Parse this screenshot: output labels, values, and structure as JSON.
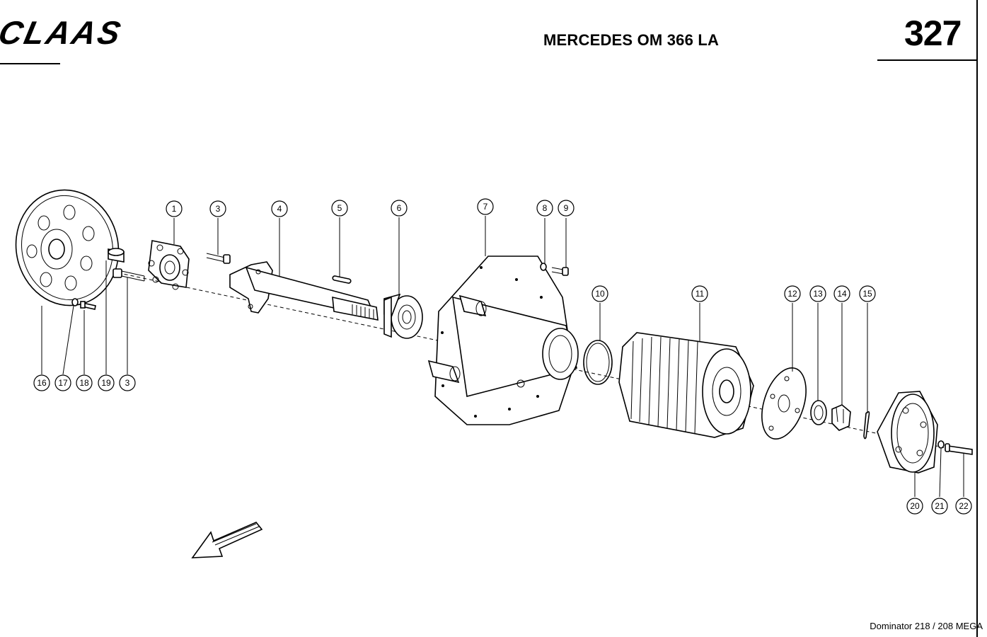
{
  "header": {
    "brand": "CLAAS",
    "title": "MERCEDES OM 366 LA",
    "page_number": "327"
  },
  "footer": {
    "model": "Dominator 218 / 208 MEGA"
  },
  "callouts": [
    {
      "id": "c1",
      "label": "1"
    },
    {
      "id": "c3a",
      "label": "3"
    },
    {
      "id": "c4",
      "label": "4"
    },
    {
      "id": "c5",
      "label": "5"
    },
    {
      "id": "c6",
      "label": "6"
    },
    {
      "id": "c7",
      "label": "7"
    },
    {
      "id": "c8",
      "label": "8"
    },
    {
      "id": "c9",
      "label": "9"
    },
    {
      "id": "c10",
      "label": "10"
    },
    {
      "id": "c11",
      "label": "11"
    },
    {
      "id": "c12",
      "label": "12"
    },
    {
      "id": "c13",
      "label": "13"
    },
    {
      "id": "c14",
      "label": "14"
    },
    {
      "id": "c15",
      "label": "15"
    },
    {
      "id": "c16",
      "label": "16"
    },
    {
      "id": "c17",
      "label": "17"
    },
    {
      "id": "c18",
      "label": "18"
    },
    {
      "id": "c19",
      "label": "19"
    },
    {
      "id": "c3b",
      "label": "3"
    },
    {
      "id": "c20",
      "label": "20"
    },
    {
      "id": "c21",
      "label": "21"
    },
    {
      "id": "c22",
      "label": "22"
    }
  ]
}
